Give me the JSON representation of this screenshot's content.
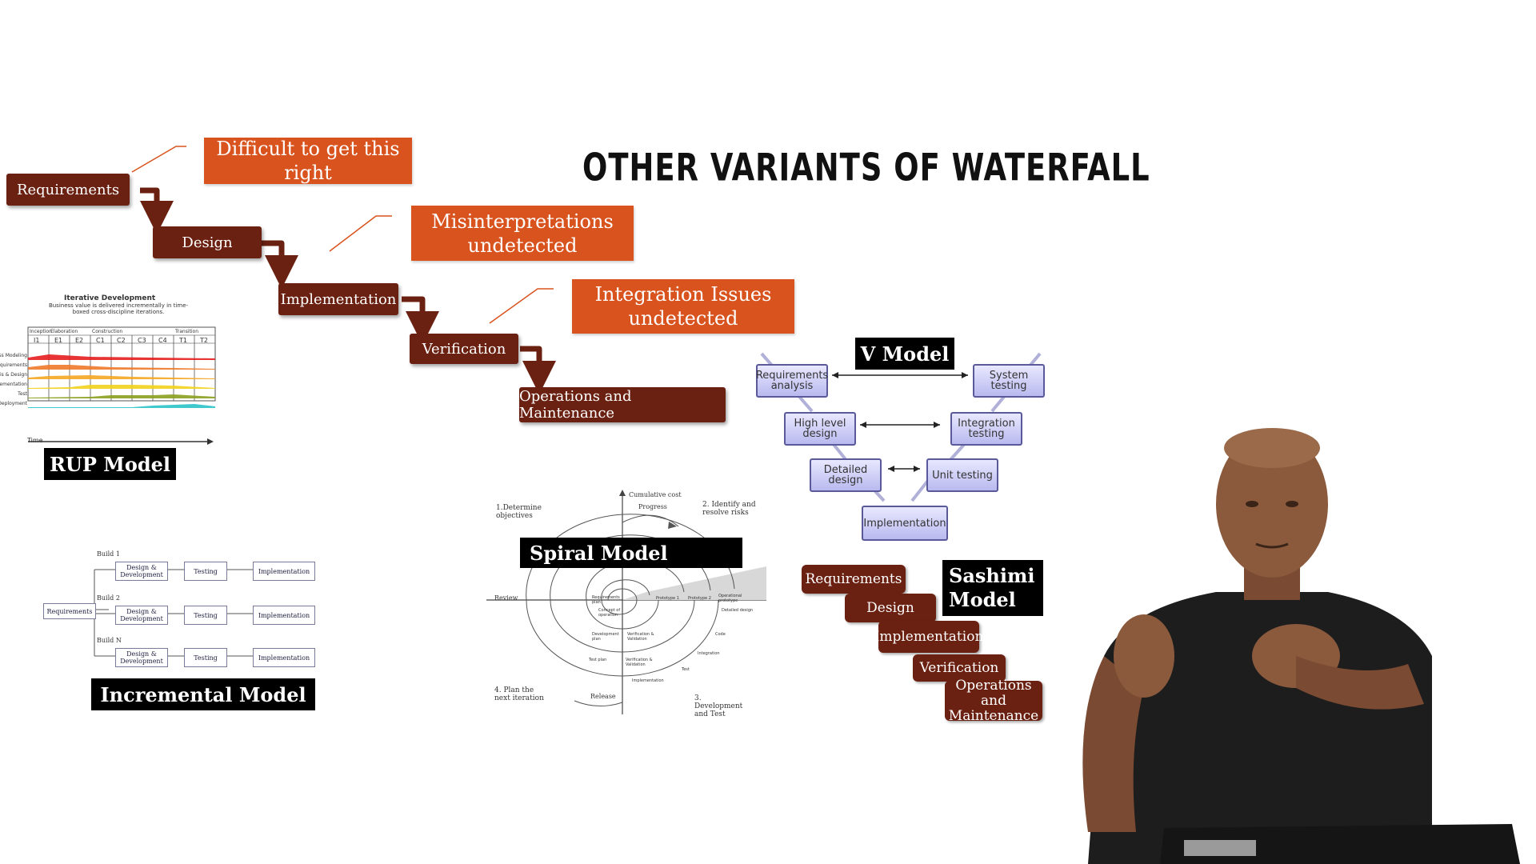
{
  "slide": {
    "title": "OTHER VARIANTS OF WATERFALL"
  },
  "waterfall": {
    "steps": [
      "Requirements",
      "Design",
      "Implementation",
      "Verification",
      "Operations and Maintenance"
    ],
    "notes": [
      "Difficult to get this right",
      "Misinterpretations undetected",
      "Integration Issues undetected"
    ]
  },
  "rup": {
    "label": "RUP Model",
    "chart_title": "Iterative Development",
    "chart_subtitle": "Business value is delivered incrementally in time-boxed cross-discipline iterations.",
    "phases": [
      "Inception",
      "Elaboration",
      "Construction",
      "Transition"
    ],
    "iterations": [
      "I1",
      "E1",
      "E2",
      "C1",
      "C2",
      "C3",
      "C4",
      "T1",
      "T2"
    ],
    "disciplines": [
      "Business Modeling",
      "Requirements",
      "Analysis & Design",
      "Implementation",
      "Test",
      "Deployment"
    ],
    "time_label": "Time",
    "band_colors": [
      "#e61e1e",
      "#f07a2a",
      "#f5a623",
      "#f2d21b",
      "#8aa01e",
      "#2bc3c8"
    ]
  },
  "incremental": {
    "label": "Incremental Model",
    "root": "Requirements",
    "builds": [
      {
        "name": "Build 1",
        "stages": [
          "Design & Development",
          "Testing",
          "Implementation"
        ]
      },
      {
        "name": "Build 2",
        "stages": [
          "Design & Development",
          "Testing",
          "Implementation"
        ]
      },
      {
        "name": "Build N",
        "stages": [
          "Design & Development",
          "Testing",
          "Implementation"
        ]
      }
    ]
  },
  "spiral": {
    "label": "Spiral Model",
    "quadrants": [
      "1.Determine objectives",
      "2. Identify and resolve risks",
      "3. Development and Test",
      "4. Plan the next iteration"
    ],
    "axis_labels": [
      "Cumulative cost",
      "Progress",
      "Review",
      "Release"
    ],
    "inner_labels": [
      "Prototype 1",
      "Prototype 2",
      "Operational prototype",
      "Detailed design",
      "Code",
      "Integration",
      "Test",
      "Implementation",
      "Requirements plan",
      "Concept of operation",
      "Development plan",
      "Verification & Validation",
      "Test plan",
      "Verification & Validation"
    ]
  },
  "vmodel": {
    "label": "V Model",
    "left": [
      "Requirements analysis",
      "High level design",
      "Detailed design"
    ],
    "right": [
      "System testing",
      "Integration testing",
      "Unit testing"
    ],
    "bottom": "Implementation"
  },
  "sashimi": {
    "label": "Sashimi Model",
    "steps": [
      "Requirements",
      "Design",
      "Implementation",
      "Verification",
      "Operations and Maintenance"
    ]
  },
  "colors": {
    "step_brown": "#6b2111",
    "note_orange": "#d9531e",
    "vbox_lavender": "#c8c8f5"
  },
  "presenter": {
    "description_icon": "person-icon"
  }
}
